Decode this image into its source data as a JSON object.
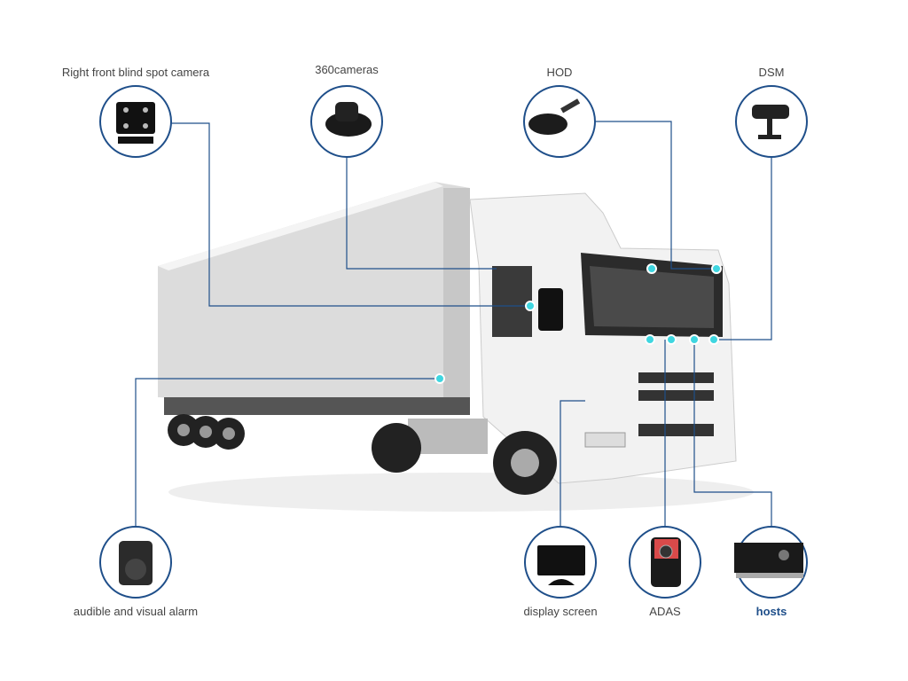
{
  "title": "Truck ADAS / DSM monitoring system components",
  "accent_color": "#1f4f8a",
  "dot_color": "#3fd6e0",
  "components": [
    {
      "id": "right-front-blind-spot-camera",
      "label": "Right front blind spot camera",
      "icon": "box-camera-icon"
    },
    {
      "id": "360-cameras",
      "label": "360cameras",
      "icon": "dome-camera-icon"
    },
    {
      "id": "hod",
      "label": "HOD",
      "icon": "mounted-camera-icon"
    },
    {
      "id": "dsm",
      "label": "DSM",
      "icon": "driver-camera-icon"
    },
    {
      "id": "audible-visual-alarm",
      "label": "audible and visual alarm",
      "icon": "speaker-alarm-icon"
    },
    {
      "id": "display-screen",
      "label": "display screen",
      "icon": "monitor-icon"
    },
    {
      "id": "adas",
      "label": "ADAS",
      "icon": "adas-camera-icon"
    },
    {
      "id": "hosts",
      "label": "hosts",
      "icon": "dvr-host-icon"
    }
  ]
}
